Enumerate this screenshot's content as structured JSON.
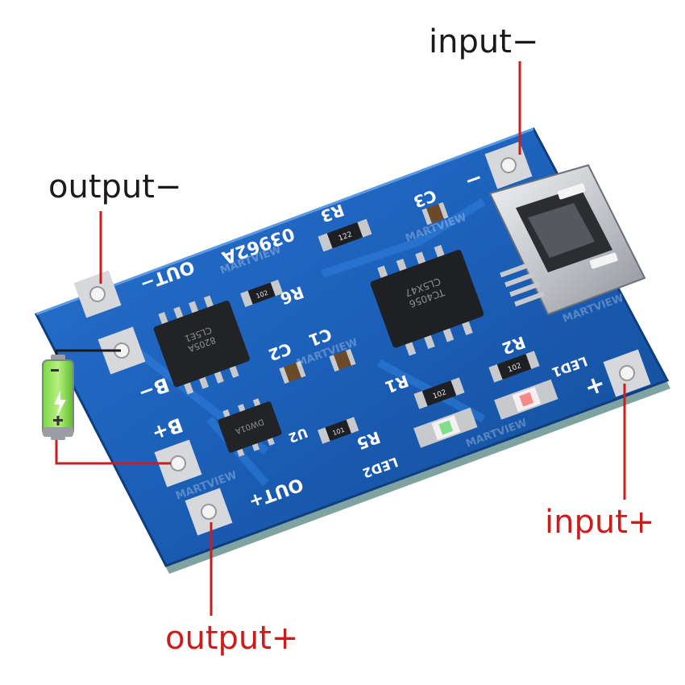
{
  "callouts": {
    "input_neg": "input−",
    "output_neg": "output−",
    "input_pos": "input+",
    "output_pos": "output+"
  },
  "board": {
    "silkscreen": {
      "out_neg": "OUT−",
      "b_neg": "B−",
      "b_pos": "B+",
      "out_pos": "OUT+",
      "in_neg": "−",
      "in_pos": "+",
      "r1": "R1",
      "r2": "R2",
      "r3": "R3",
      "r5": "R5",
      "r6": "R6",
      "c1": "C1",
      "c2": "C2",
      "c3": "C3",
      "led1": "LED1",
      "led2": "LED2",
      "u2": "U2",
      "part_no": "03962A"
    },
    "chips": {
      "charger": "TC4056\nCL5X47",
      "protect": "8205A\nCL5E1",
      "dw01": "DW01A"
    },
    "resistor_codes": [
      "122",
      "102",
      "102",
      "101",
      "102"
    ],
    "watermark": "MARTVIEW"
  },
  "colors": {
    "pcb_blue": "#1b5fb8",
    "callout_red": "#c81e1e",
    "callout_black": "#1a1a1a",
    "pad_silver": "#d6d8dc"
  }
}
